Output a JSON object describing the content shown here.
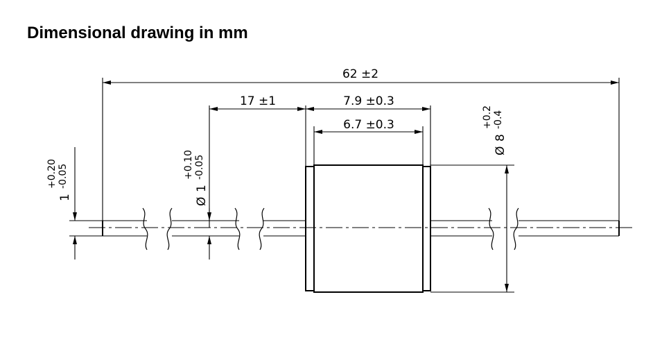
{
  "title": "Dimensional drawing in mm",
  "dimensions": {
    "overall_length": "62 ±2",
    "lead_length": "17 ±1",
    "body_length": "7.9 ±0.3",
    "inner_length": "6.7 ±0.3",
    "lead_dia_left": {
      "nominal": "1",
      "tol_plus": "+0.20",
      "tol_minus": "-0.05"
    },
    "lead_dia": {
      "symbol": "Ø",
      "nominal": "1",
      "tol_plus": "+0.10",
      "tol_minus": "-0.05"
    },
    "body_dia": {
      "symbol": "Ø",
      "nominal": "8",
      "tol_plus": "+0.2",
      "tol_minus": "-0.4"
    }
  }
}
